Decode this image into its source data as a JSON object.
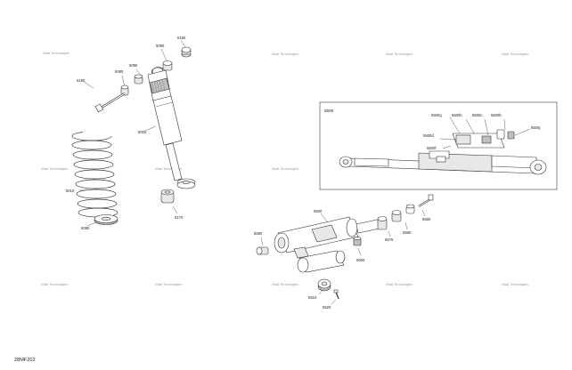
{
  "diagram_code": "28MF202",
  "watermark_text": "rBasi Technologies",
  "detail_box_title": "5500",
  "parts": {
    "p5160": "5160",
    "p5080a": "5080",
    "p5090": "5090",
    "p5080b": "5080",
    "p5150": "5150",
    "p5000": "5000",
    "p5010": "5010",
    "p5080c": "5080",
    "p5170": "5170",
    "p5500": "5500",
    "p5580": "5580",
    "p5600": "5600",
    "p5510": "5510",
    "p5520": "5520",
    "p5575": "5575",
    "p5580b": "5580",
    "p5580c": "5580",
    "p5500g": "5500g",
    "p5500h": "5500h",
    "p5500c": "5500c",
    "p5500b": "5500b",
    "p5500j": "5500j",
    "p5500d": "5500d",
    "p5500f": "5500f"
  },
  "colors": {
    "line": "#333333",
    "watermark": "#9a9a9a",
    "box": "#555555"
  }
}
